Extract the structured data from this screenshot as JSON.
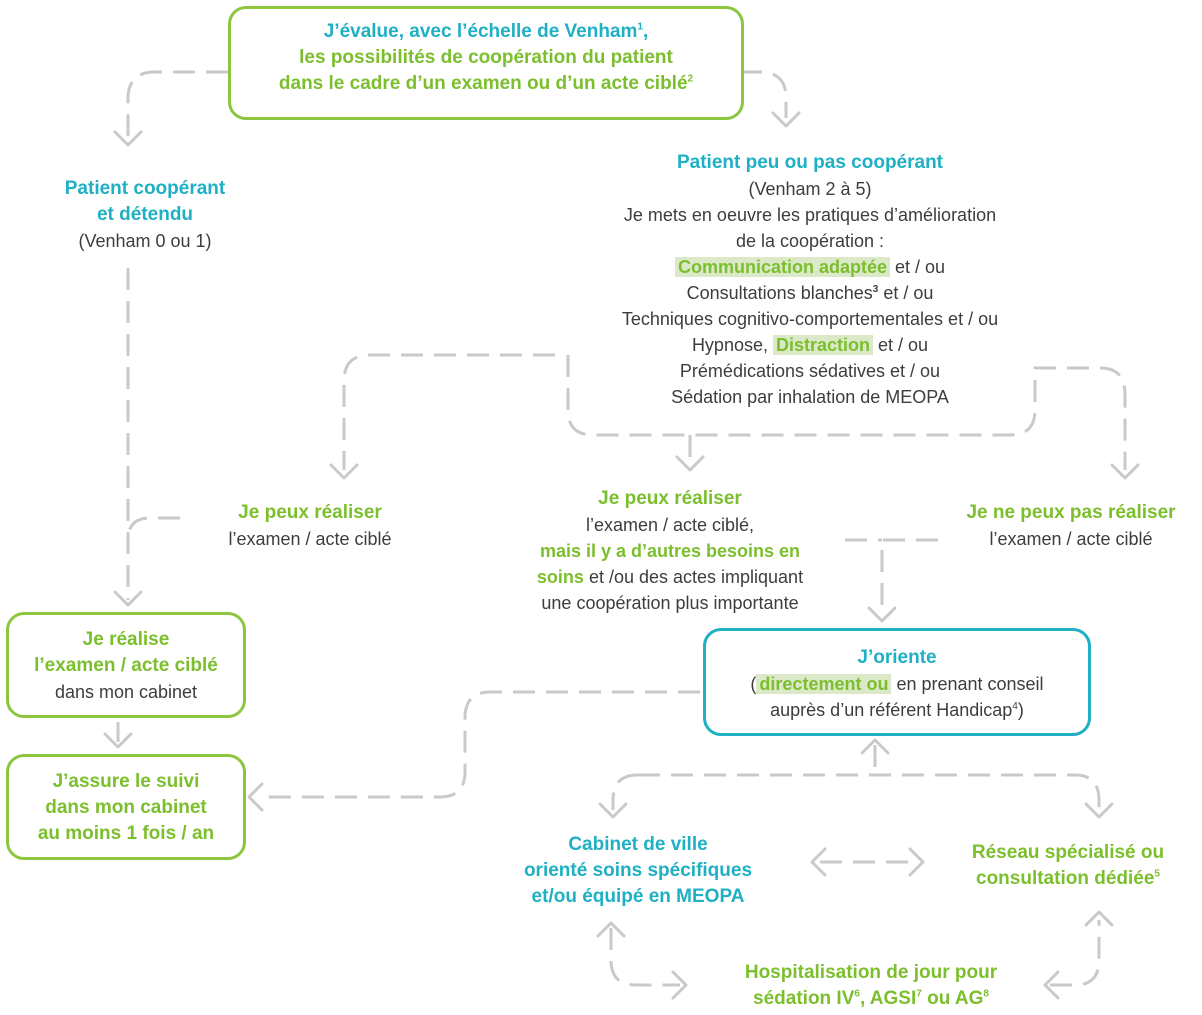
{
  "top_box": {
    "line1": "J’évalue, avec l’échelle de Venham",
    "sup1": "1",
    "line2": "les possibilités de coopération du patient",
    "line3": "dans le cadre d’un examen ou d’un acte ciblé",
    "sup2": "2"
  },
  "left_branch": {
    "title1": "Patient coopérant",
    "title2": "et détendu",
    "sub": "(Venham 0 ou 1)"
  },
  "right_branch": {
    "title": "Patient peu ou pas coopérant",
    "sub": "(Venham 2 à 5)",
    "intro1": "Je mets en oeuvre les pratiques d’amélioration",
    "intro2": "de la coopération :",
    "item1_hl": "Communication adaptée",
    "item1_rest": " et / ou",
    "item2": "Consultations blanches",
    "item2_sup": "3",
    "item2_rest": " et / ou",
    "item3": "Techniques cognitivo-comportementales et / ou",
    "item4_pre": "Hypnose, ",
    "item4_hl": "Distraction",
    "item4_rest": " et / ou",
    "item5": "Prémédications sédatives et / ou",
    "item6": "Sédation par inhalation de MEOPA"
  },
  "outcome_can": {
    "title": "Je peux réaliser",
    "sub": "l’examen / acte ciblé"
  },
  "outcome_can_more": {
    "title": "Je peux réaliser",
    "line1": "l’examen / acte ciblé,",
    "hl1": "mais il y a d’autres besoins en",
    "hl2": "soins",
    "line2_rest": " et /ou des actes impliquant",
    "line3": "une coopération plus importante"
  },
  "outcome_cannot": {
    "title": "Je ne peux pas réaliser",
    "sub": "l’examen / acte ciblé"
  },
  "realise_box": {
    "line1": "Je réalise",
    "line2": "l’examen / acte ciblé",
    "line3": "dans mon cabinet"
  },
  "suivi_box": {
    "line1": "J’assure le suivi",
    "line2": "dans mon cabinet",
    "line3": "au moins 1 fois / an"
  },
  "oriente_box": {
    "title": "J’oriente",
    "open": "(",
    "hl": "directement ou",
    "rest1": " en prenant conseil",
    "line2": "auprès d’un référent Handicap",
    "sup": "4",
    "close": ")"
  },
  "cabinet": {
    "line1": "Cabinet de ville",
    "line2": "orienté soins spécifiques",
    "line3": "et/ou équipé en MEOPA"
  },
  "reseau": {
    "line1": "Réseau spécialisé ou",
    "line2": "consultation dédiée",
    "sup": "5"
  },
  "hospit": {
    "line1": "Hospitalisation de jour pour",
    "line2a": "sédation IV",
    "sup6": "6",
    "line2b": ", AGSI",
    "sup7": "7",
    "line2c": " ou AG",
    "sup8": "8"
  },
  "colors": {
    "teal": "#1fb0c3",
    "green": "#7cbf2d",
    "dashed": "#c9c9c9",
    "highlight": "#dbe9c8"
  }
}
